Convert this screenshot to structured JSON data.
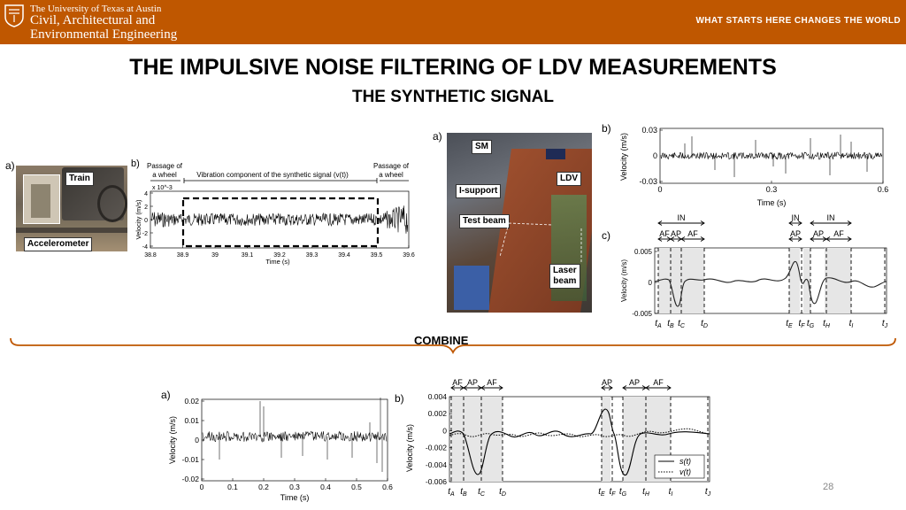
{
  "header": {
    "university": "The University of Texas at Austin",
    "dept_line1": "Civil, Architectural and",
    "dept_line2": "Environmental Engineering",
    "tagline": "WHAT STARTS HERE CHANGES THE WORLD",
    "accent_color": "#bf5700"
  },
  "slide": {
    "title": "THE IMPULSIVE NOISE FILTERING OF LDV MEASUREMENTS",
    "subtitle": "THE SYNTHETIC SIGNAL",
    "combine_label": "COMBINE",
    "page_number": "28"
  },
  "left_figure": {
    "photo_label": "a)",
    "photo_tags": {
      "train": "Train",
      "accelerometer": "Accelerometer"
    },
    "plot_label": "b)",
    "ann_passage_left": [
      "Passage of",
      "a wheel"
    ],
    "ann_vibration": "Vibration component of the synthetic signal (v(t))",
    "ann_passage_right": [
      "Passage of",
      "a wheel"
    ],
    "scale": "x 10^-3",
    "ylabel": "Velocity (m/s)",
    "xlabel": "Time (s)",
    "yticks": [
      "4",
      "2",
      "0",
      "-2",
      "-4"
    ],
    "xticks": [
      "38.8",
      "38.9",
      "39",
      "39.1",
      "39.2",
      "39.3",
      "39.4",
      "39.5",
      "39.6"
    ]
  },
  "middle_figure": {
    "label": "a)",
    "tags": {
      "sm": "SM",
      "ldv": "LDV",
      "isupport": "I-support",
      "testbeam": "Test beam",
      "laser1": "Laser",
      "laser2": "beam"
    }
  },
  "right_top": {
    "label": "b)",
    "ylabel": "Velocity (m/s)",
    "xlabel": "Time (s)",
    "yticks": [
      "0.03",
      "0",
      "-0.03"
    ],
    "xticks": [
      "0",
      "0.3",
      "0.6"
    ]
  },
  "right_mid": {
    "label": "c)",
    "ylabel": "Velocity (m/s)",
    "yticks": [
      "0.005",
      "0",
      "-0.005"
    ],
    "in_labels": [
      "IN",
      "IN",
      "IN"
    ],
    "ap_af_labels": [
      "AF",
      "AP",
      "AF",
      "AP",
      "AP",
      "AF"
    ],
    "t_labels": [
      "A",
      "B",
      "C",
      "D",
      "E",
      "F",
      "G",
      "H",
      "I",
      "J"
    ]
  },
  "bottom_left": {
    "label": "a)",
    "ylabel": "Velocity (m/s)",
    "xlabel": "Time (s)",
    "yticks": [
      "0.02",
      "0.01",
      "0",
      "-0.01",
      "-0.02"
    ],
    "xticks": [
      "0",
      "0.1",
      "0.2",
      "0.3",
      "0.4",
      "0.5",
      "0.6"
    ]
  },
  "bottom_right": {
    "label": "b)",
    "ylabel": "Velocity (m/s)",
    "yticks": [
      "0.004",
      "0.002",
      "0",
      "-0.002",
      "-0.004",
      "-0.006"
    ],
    "ap_af_labels": [
      "AF",
      "AP",
      "AF",
      "AP",
      "AP",
      "AF"
    ],
    "t_labels": [
      "A",
      "B",
      "C",
      "D",
      "E",
      "F",
      "G",
      "H",
      "I",
      "J"
    ],
    "legend": [
      "s(t)",
      "v(t)"
    ]
  }
}
